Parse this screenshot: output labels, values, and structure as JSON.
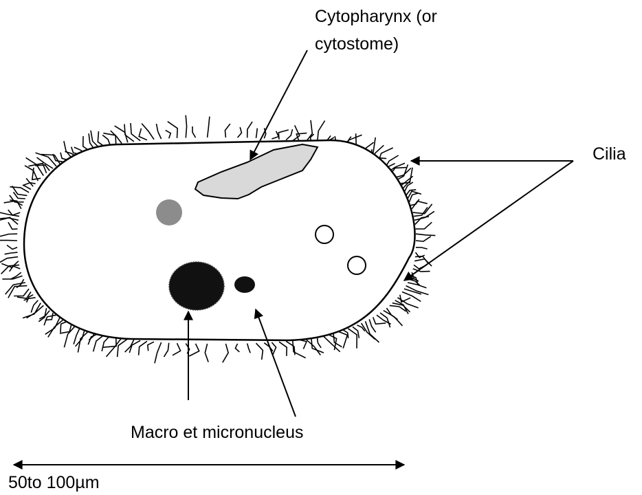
{
  "labels": {
    "cytopharynx_line1": "Cytopharynx (or",
    "cytopharynx_line2": "cytostome)",
    "cilia": "Cilia",
    "nuclei": "Macro et micronucleus",
    "scale": "50to 100µm"
  },
  "colors": {
    "outline": "#000000",
    "cytopharynx_fill": "#d9d9d9",
    "food_vacuole": "#8c8c8c",
    "nucleus": "#111111",
    "background": "#ffffff"
  }
}
